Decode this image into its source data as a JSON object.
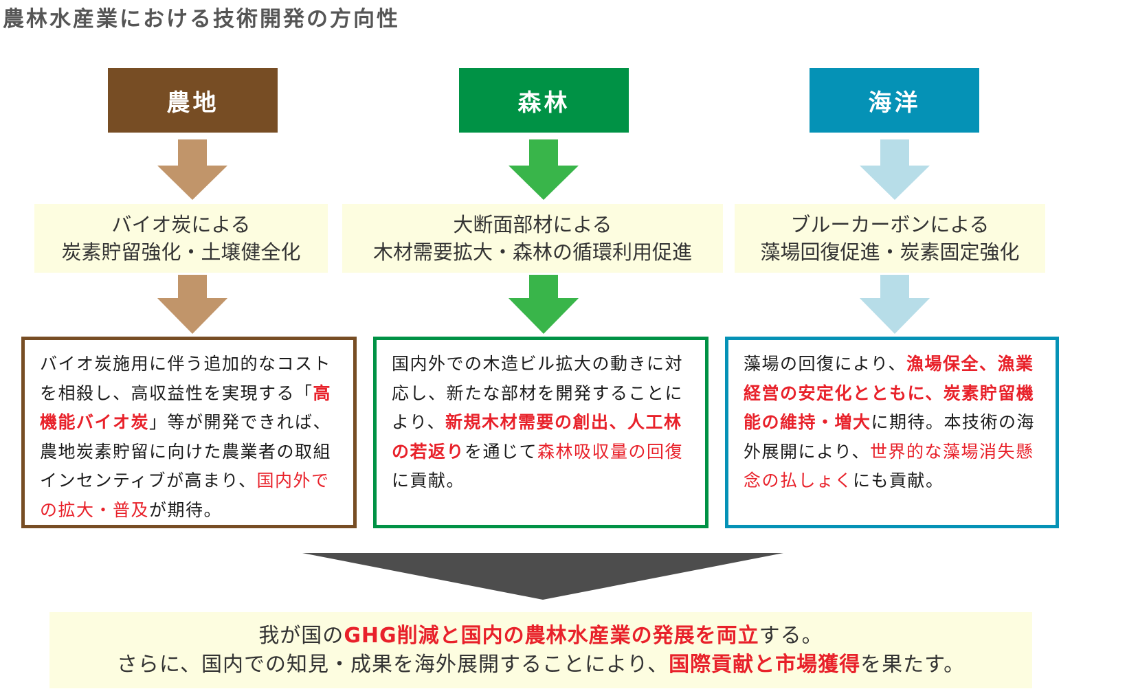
{
  "title": "農林水産業における技術開発の方向性",
  "colors": {
    "agri_header": "#774d24",
    "agri_arrow": "#c1956a",
    "forest_header": "#009245",
    "forest_arrow": "#39b54a",
    "ocean_header": "#0592b6",
    "ocean_arrow": "#b7dde8",
    "summary_bg": "#fdfde0",
    "highlight": "#e8212a",
    "big_arrow": "#4d4d4d"
  },
  "columns": [
    {
      "id": "agri",
      "header": "農地",
      "summary_line1": "バイオ炭による",
      "summary_line2": "炭素貯留強化・土壌健全化",
      "desc": {
        "t1": "バイオ炭施用に伴う追加的なコストを相殺し、高収益性を実現する「",
        "h1": "高機能バイオ炭",
        "t2": "」等が開発できれば、農地炭素貯留に向けた農業者の取組インセンティブが高まり、",
        "h2": "国内外での拡大・普及",
        "t3": "が期待。"
      }
    },
    {
      "id": "forest",
      "header": "森林",
      "summary_line1": "大断面部材による",
      "summary_line2": "木材需要拡大・森林の循環利用促進",
      "desc": {
        "t1": "国内外での木造ビル拡大の動きに対応し、新たな部材を開発することにより、",
        "h1": "新規木材需要の創出、人工林の若返り",
        "t2": "を通じて",
        "h2": "森林吸収量の回復",
        "t3": "に貢献。"
      }
    },
    {
      "id": "ocean",
      "header": "海洋",
      "summary_line1": "ブルーカーボンによる",
      "summary_line2": "藻場回復促進・炭素固定強化",
      "desc": {
        "t1": "藻場の回復により、",
        "h1": "漁場保全、漁業経営の安定化とともに、炭素貯留機能の維持・増大",
        "t2": "に期待。本技術の海外展開により、",
        "h2": "世界的な藻場消失懸念の払しょく",
        "t3": "にも貢献。"
      }
    }
  ],
  "conclusion": {
    "line1": {
      "t1": "我が国の",
      "h1": "GHG削減と国内の農林水産業の発展を両立",
      "t2": "する。"
    },
    "line2": {
      "t1": "さらに、国内での知見・成果を海外展開することにより、",
      "h1": "国際貢献と市場獲得",
      "t2": "を果たす。"
    }
  }
}
